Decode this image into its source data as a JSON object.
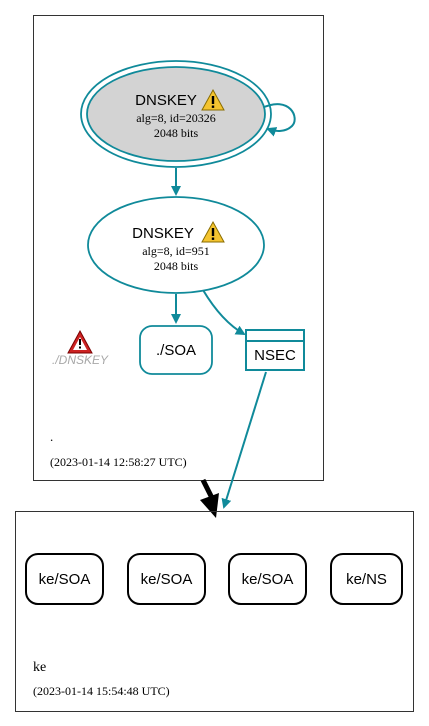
{
  "root_zone": {
    "name": ".",
    "timestamp": "(2023-01-14 12:58:27 UTC)",
    "ksk": {
      "title": "DNSKEY",
      "detail": "alg=8, id=20326",
      "size": "2048 bits",
      "warning_icon": "warning-icon"
    },
    "zsk": {
      "title": "DNSKEY",
      "detail": "alg=8, id=951",
      "size": "2048 bits",
      "warning_icon": "warning-icon"
    },
    "soa": {
      "label": "./SOA"
    },
    "nsec": {
      "label": "NSEC"
    },
    "error_node": {
      "label": "./DNSKEY",
      "icon": "error-icon"
    }
  },
  "child_zone": {
    "name": "ke",
    "timestamp": "(2023-01-14 15:54:48 UTC)",
    "records": [
      {
        "label": "ke/SOA"
      },
      {
        "label": "ke/SOA"
      },
      {
        "label": "ke/SOA"
      },
      {
        "label": "ke/NS"
      }
    ]
  },
  "colors": {
    "teal": "#108a9a",
    "ksk_fill": "#d3d3d3",
    "warning_yellow": "#f4c430",
    "error_red": "#cc2222",
    "muted_text": "#a8a8a8"
  }
}
